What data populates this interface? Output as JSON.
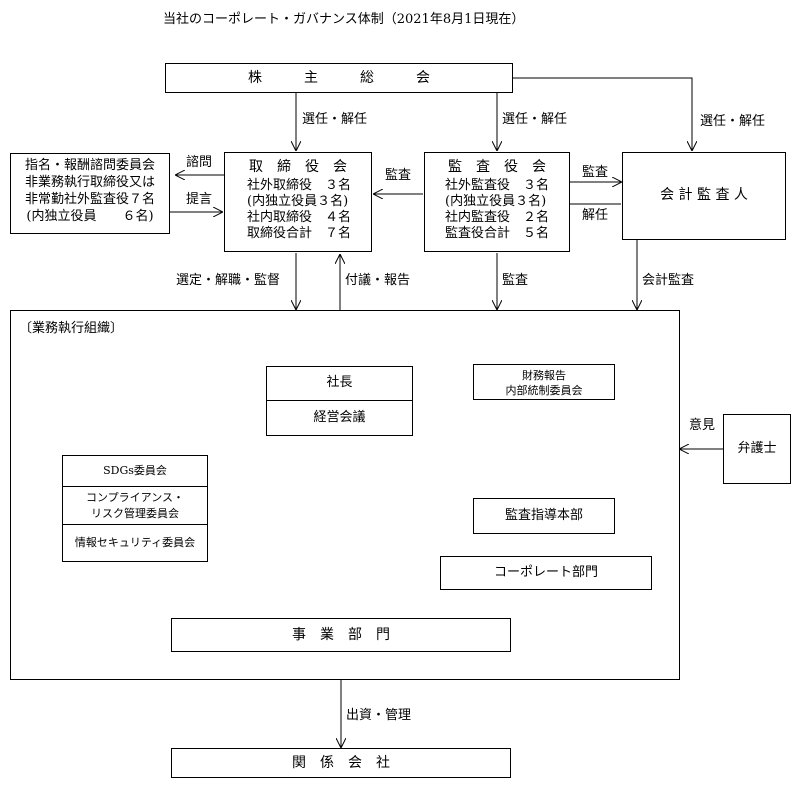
{
  "title": "当社のコーポレート・ガバナンス体制（2021年8月1日現在）",
  "shareholders": "株　　　主　　　総　　　会",
  "board": {
    "title": "取　締　役　会",
    "lines": [
      "社外取締役　３名",
      "(内独立役員３名)",
      "社内取締役　４名",
      "取締役合計　７名"
    ]
  },
  "auditors": {
    "title": "監　査　役　会",
    "lines": [
      "社外監査役　３名",
      "(内独立役員３名)",
      "社内監査役　２名",
      "監査役合計　５名"
    ]
  },
  "accounting_auditor": "会 計 監 査 人",
  "committee": {
    "title": "指名・報酬諮問委員会",
    "lines": [
      "非業務執行取締役又は",
      "非常勤社外監査役７名",
      "(内独立役員　　６名)"
    ]
  },
  "labels": {
    "elect1": "選任・解任",
    "elect2": "選任・解任",
    "elect3": "選任・解任",
    "consult": "諮問",
    "propose": "提言",
    "audit_board": "監査",
    "audit_acct": "監査",
    "dismiss": "解任",
    "select": "選定・解職・監督",
    "report": "付議・報告",
    "audit_down": "監査",
    "acct_audit": "会計監査",
    "opinion": "意見",
    "invest": "出資・管理"
  },
  "exec_org": {
    "title": "〔業務執行組織〕",
    "president": "社長",
    "mgmt_meeting": "経営会議",
    "fin_report_1": "財務報告",
    "fin_report_2": "内部統制委員会",
    "sdgs": "SDGs委員会",
    "compliance_1": "コンプライアンス・",
    "compliance_2": "リスク管理委員会",
    "infosec": "情報セキュリティ委員会",
    "audit_hq": "監査指導本部",
    "corporate": "コーポレート部門",
    "business": "事　業　部　門"
  },
  "lawyer": "弁護士",
  "affiliates": "関　係　会　社"
}
